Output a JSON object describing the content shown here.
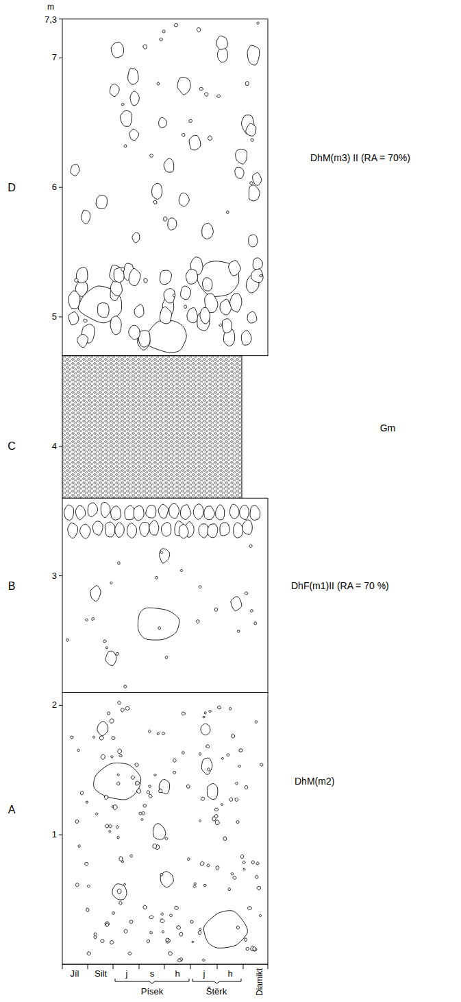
{
  "diagram": {
    "labels": [
      "m",
      "7,3",
      "7",
      "6",
      "5",
      "4",
      "3",
      "2",
      "1",
      "D",
      "C",
      "B",
      "A",
      "DhM(m3) II (RA = 70%)",
      "Gm",
      "DhF(m1)II (RA = 70 %)",
      "DhM(m2)",
      "Jíl",
      "Silt",
      "j",
      "s",
      "h",
      "Písek",
      "j",
      "h",
      "Štěrk",
      "Diamikt"
    ]
  }
}
